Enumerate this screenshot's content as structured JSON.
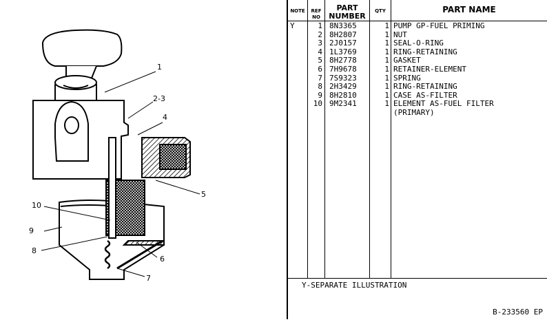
{
  "headers": {
    "note": "NOTE",
    "ref_no": [
      "REF",
      "NO"
    ],
    "part_number": [
      "PART",
      "NUMBER"
    ],
    "qty": "QTY",
    "part_name": "PART NAME"
  },
  "rows": [
    {
      "note": "Y",
      "ref": "1",
      "part_number": "8N3365",
      "qty": "1",
      "name": "PUMP GP-FUEL PRIMING"
    },
    {
      "note": "",
      "ref": "2",
      "part_number": "8H2807",
      "qty": "1",
      "name": "NUT"
    },
    {
      "note": "",
      "ref": "3",
      "part_number": "2J0157",
      "qty": "1",
      "name": "SEAL-O-RING"
    },
    {
      "note": "",
      "ref": "4",
      "part_number": "1L3769",
      "qty": "1",
      "name": "RING-RETAINING"
    },
    {
      "note": "",
      "ref": "5",
      "part_number": "8H2778",
      "qty": "1",
      "name": "GASKET"
    },
    {
      "note": "",
      "ref": "6",
      "part_number": "7H9678",
      "qty": "1",
      "name": "RETAINER-ELEMENT"
    },
    {
      "note": "",
      "ref": "7",
      "part_number": "7S9323",
      "qty": "1",
      "name": "SPRING"
    },
    {
      "note": "",
      "ref": "8",
      "part_number": "2H3429",
      "qty": "1",
      "name": "RING-RETAINING"
    },
    {
      "note": "",
      "ref": "9",
      "part_number": "8H2810",
      "qty": "1",
      "name": "CASE AS-FILTER"
    },
    {
      "note": "",
      "ref": "10",
      "part_number": "9M2341",
      "qty": "1",
      "name": "ELEMENT AS-FUEL FILTER"
    },
    {
      "note": "",
      "ref": "",
      "part_number": "",
      "qty": "",
      "name": "(PRIMARY)"
    }
  ],
  "footnote": "Y-SEPARATE ILLUSTRATION",
  "drawing_number": "B-233560 EP",
  "callouts": {
    "c1": "1",
    "c23": "2-3",
    "c4": "4",
    "c5": "5",
    "c6": "6",
    "c7": "7",
    "c8": "8",
    "c9": "9",
    "c10": "10"
  }
}
